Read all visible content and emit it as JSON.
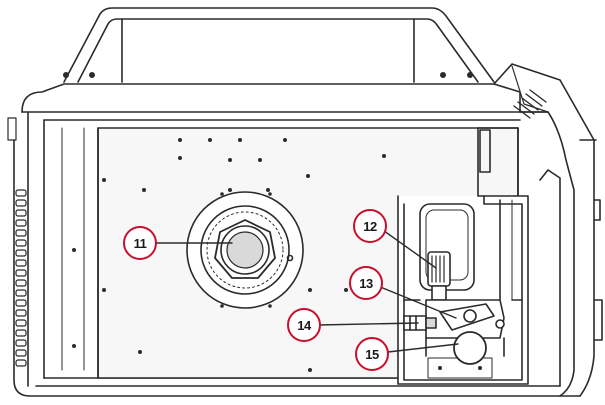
{
  "figure": {
    "line_color": "#2b2b2b",
    "accent_color": "#c8102e",
    "fill_color": "#ffffff",
    "panel_fill": "#f7f7f7",
    "shade_color": "#d9d9d9"
  },
  "callouts": [
    {
      "id": "11",
      "label": "11",
      "part": "spool-hub"
    },
    {
      "id": "12",
      "label": "12",
      "part": "tension-knob"
    },
    {
      "id": "13",
      "label": "13",
      "part": "pressure-arm"
    },
    {
      "id": "14",
      "label": "14",
      "part": "guide-tube"
    },
    {
      "id": "15",
      "label": "15",
      "part": "drive-roll"
    }
  ]
}
